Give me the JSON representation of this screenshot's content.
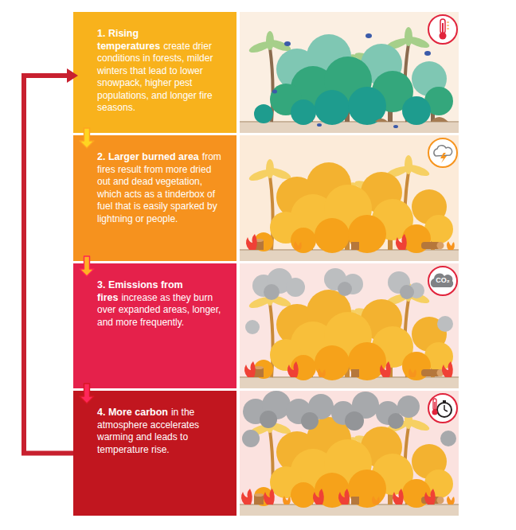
{
  "diagram": {
    "nodes": [
      {
        "text": [
          "1. Rising temperatures",
          "create drier conditions in forests, milder winters that lead to lower snowpack, higher pest populations, and longer fire seasons."
        ]
      },
      {
        "text": [
          "2. Larger burned area",
          "from fires result from more dried out and dead vegetation, which acts as a tinderbox of fuel that is easily sparked by lightning or people."
        ]
      },
      {
        "text": [
          "3. Emissions from fires",
          "increase as they burn over expanded areas, longer, and more frequently."
        ]
      },
      {
        "text": [
          "4. More carbon",
          "in the atmosphere accelerates warming and leads to temperature rise."
        ]
      }
    ],
    "edges": [
      {
        "from": 0,
        "to": 1,
        "arrow": "to"
      },
      {
        "from": 1,
        "to": 2,
        "arrow": "to"
      },
      {
        "from": 2,
        "to": 3,
        "arrow": "to"
      },
      {
        "from": 3,
        "to": 0,
        "arrow": "to"
      }
    ],
    "labels": [
      "CO₂"
    ]
  }
}
